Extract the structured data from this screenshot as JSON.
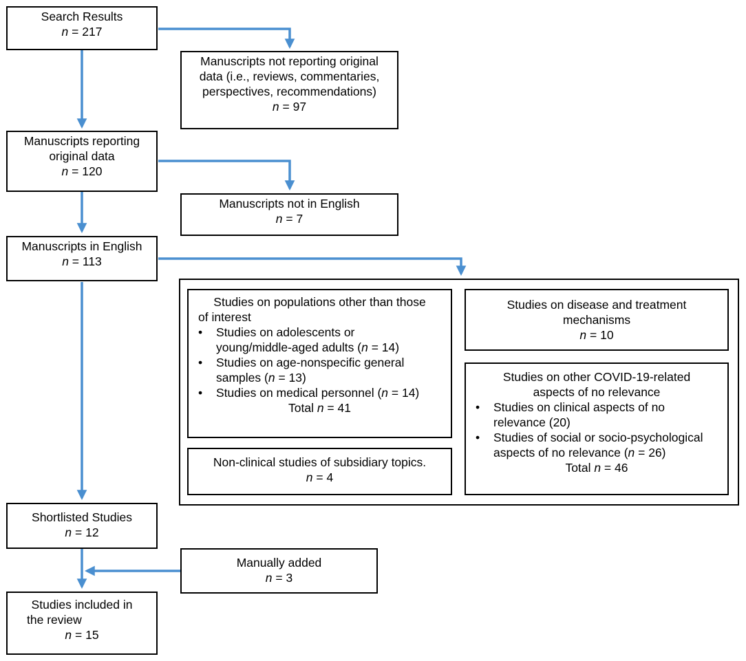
{
  "search_results": {
    "line1": "Search Results",
    "n_label": "n",
    "n_value": " = 217"
  },
  "not_original": {
    "lines": [
      "Manuscripts not reporting original",
      "data (i.e., reviews, commentaries,",
      "perspectives, recommendations)"
    ],
    "n_label": "n",
    "n_value": " = 97"
  },
  "original": {
    "lines": [
      "Manuscripts reporting",
      "original data"
    ],
    "n_label": "n",
    "n_value": " = 120"
  },
  "not_english": {
    "line1": "Manuscripts not in English",
    "n_label": "n",
    "n_value": " = 7"
  },
  "english": {
    "line1": "Manuscripts in English",
    "n_label": "n",
    "n_value": " = 113"
  },
  "populations": {
    "heading": [
      "Studies on populations other than those",
      "of interest"
    ],
    "items": [
      [
        "Studies on adolescents or",
        "young/middle-aged adults (",
        "n",
        " = 14)"
      ],
      [
        "Studies on age-nonspecific general",
        "samples (",
        "n",
        " = 13)"
      ],
      [
        "Studies on medical personnel (",
        "n",
        " = 14)"
      ]
    ],
    "total_prefix": "Total ",
    "n_label": "n",
    "n_value": " = 41"
  },
  "mechanisms": {
    "lines": [
      "Studies on disease and treatment",
      "mechanisms"
    ],
    "n_label": "n",
    "n_value": " = 10"
  },
  "other_covid": {
    "heading": [
      "Studies on other COVID-19-related",
      "aspects of no relevance"
    ],
    "items": [
      [
        "Studies on clinical aspects of no",
        "relevance (20)"
      ],
      [
        "Studies of social or socio-psychological",
        "aspects of no relevance (",
        "n",
        " = 26)"
      ]
    ],
    "total_prefix": "Total ",
    "n_label": "n",
    "n_value": " = 46"
  },
  "non_clinical": {
    "line1": "Non-clinical studies of subsidiary topics.",
    "n_label": "n",
    "n_value": " = 4"
  },
  "shortlisted": {
    "line1": "Shortlisted Studies",
    "n_label": "n",
    "n_value": " = 12"
  },
  "manually_added": {
    "line1": "Manually added",
    "n_label": "n",
    "n_value": " = 3"
  },
  "included": {
    "lines": [
      "Studies included in",
      "the review"
    ],
    "n_label": "n",
    "n_value": " = 15"
  },
  "colors": {
    "arrow": "#4a8fd0",
    "border": "#000000"
  }
}
